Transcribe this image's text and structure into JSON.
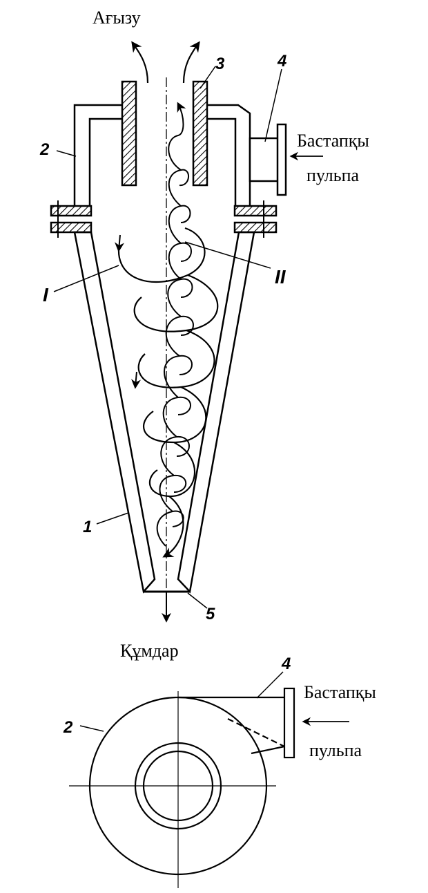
{
  "labels": {
    "overflow": "Ағызу",
    "sands": "Құмдар",
    "feed_top_line1": "Бастапқы",
    "feed_top_line2": "пульпа",
    "feed_bottom_line1": "Бастапқы",
    "feed_bottom_line2": "пульпа"
  },
  "part_numbers": {
    "cone": "1",
    "cylinder": "2",
    "overflow_pipe": "3",
    "feed_nozzle": "4",
    "sand_nozzle": "5",
    "plan_cylinder": "2",
    "plan_feed_nozzle": "4"
  },
  "flow_marks": {
    "outer_spiral": "I",
    "inner_spiral": "II"
  },
  "colors": {
    "ink": "#000000",
    "background": "#ffffff"
  }
}
